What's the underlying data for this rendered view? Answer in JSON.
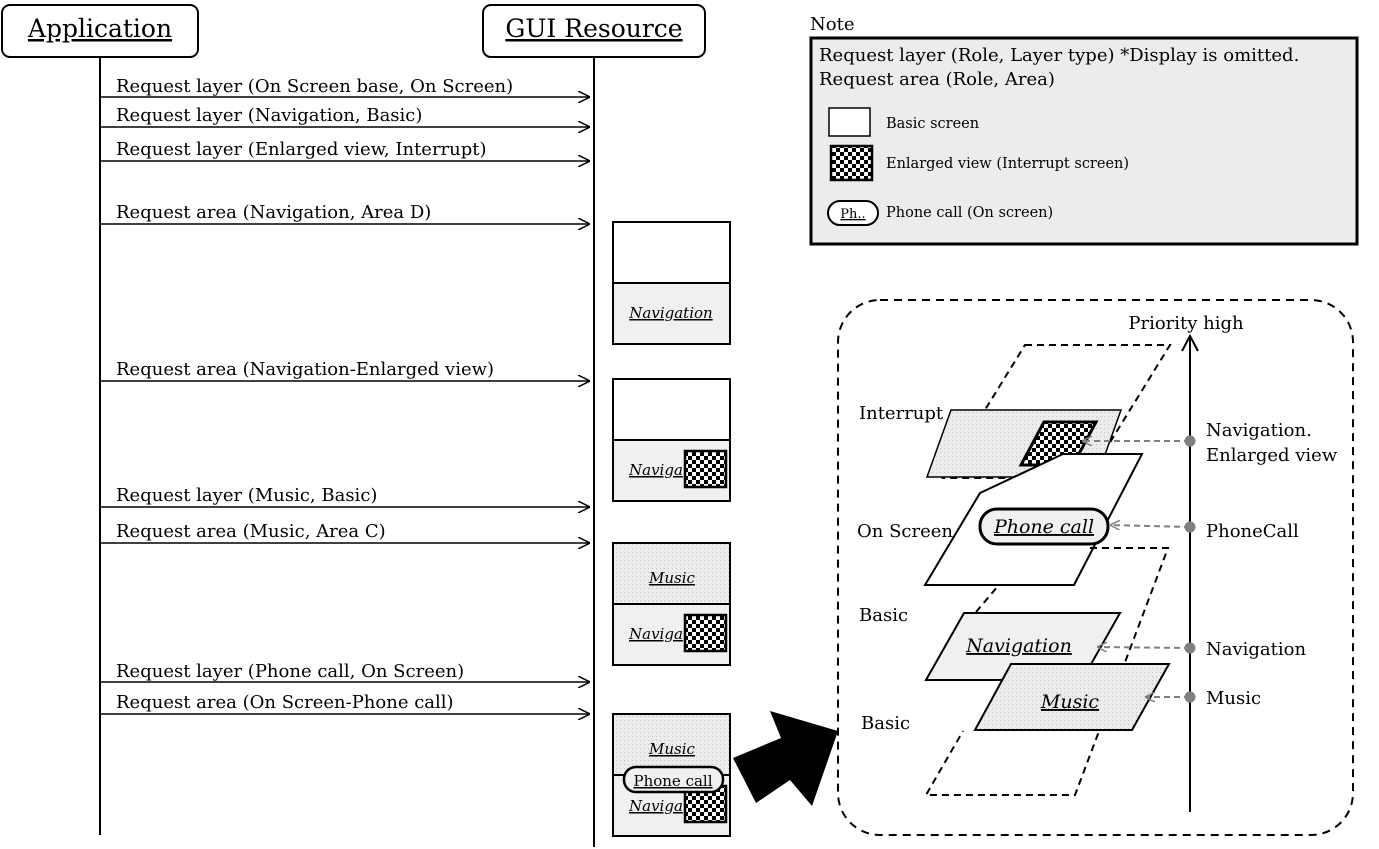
{
  "participants": {
    "app": "Application",
    "gui": "GUI Resource"
  },
  "messages": [
    {
      "label": "Request layer (On Screen base, On Screen)"
    },
    {
      "label": "Request layer (Navigation, Basic)"
    },
    {
      "label": "Request layer (Enlarged view, Interrupt)"
    },
    {
      "label": "Request area (Navigation,  Area D)"
    },
    {
      "label": "Request area (Navigation-Enlarged view)"
    },
    {
      "label": "Request layer (Music, Basic)"
    },
    {
      "label": "Request area (Music, Area C)"
    },
    {
      "label": "Request layer (Phone call, On Screen)"
    },
    {
      "label": "Request area (On Screen-Phone call)"
    }
  ],
  "screens": {
    "navigation": "Navigation",
    "navigation_short": "Naviga",
    "music": "Music",
    "phone_call": "Phone call"
  },
  "note": {
    "title": "Note",
    "line1": "Request layer (Role, Layer type)    *Display is omitted.",
    "line2": "Request area (Role,  Area)",
    "legend_basic": "Basic screen",
    "legend_enlarged": "Enlarged view (Interrupt screen)",
    "legend_phone_icon": "Ph..",
    "legend_phone": "Phone call (On screen)"
  },
  "priority": {
    "axis_label": "Priority high",
    "layer_interrupt": "Interrupt",
    "layer_onscreen": "On Screen",
    "layer_basic_1": "Basic",
    "layer_basic_2": "Basic",
    "role_nav_enlarged_1": "Navigation.",
    "role_nav_enlarged_2": "Enlarged view",
    "role_phonecall": "PhoneCall",
    "role_navigation": "Navigation",
    "role_music": "Music",
    "plane_phone_call": "Phone call",
    "plane_navigation": "Navigation",
    "plane_music": "Music"
  },
  "colors": {
    "line": "#000000",
    "fill_light": "#f0f0f0",
    "note_bg": "#ececec",
    "connector": "#808080"
  }
}
